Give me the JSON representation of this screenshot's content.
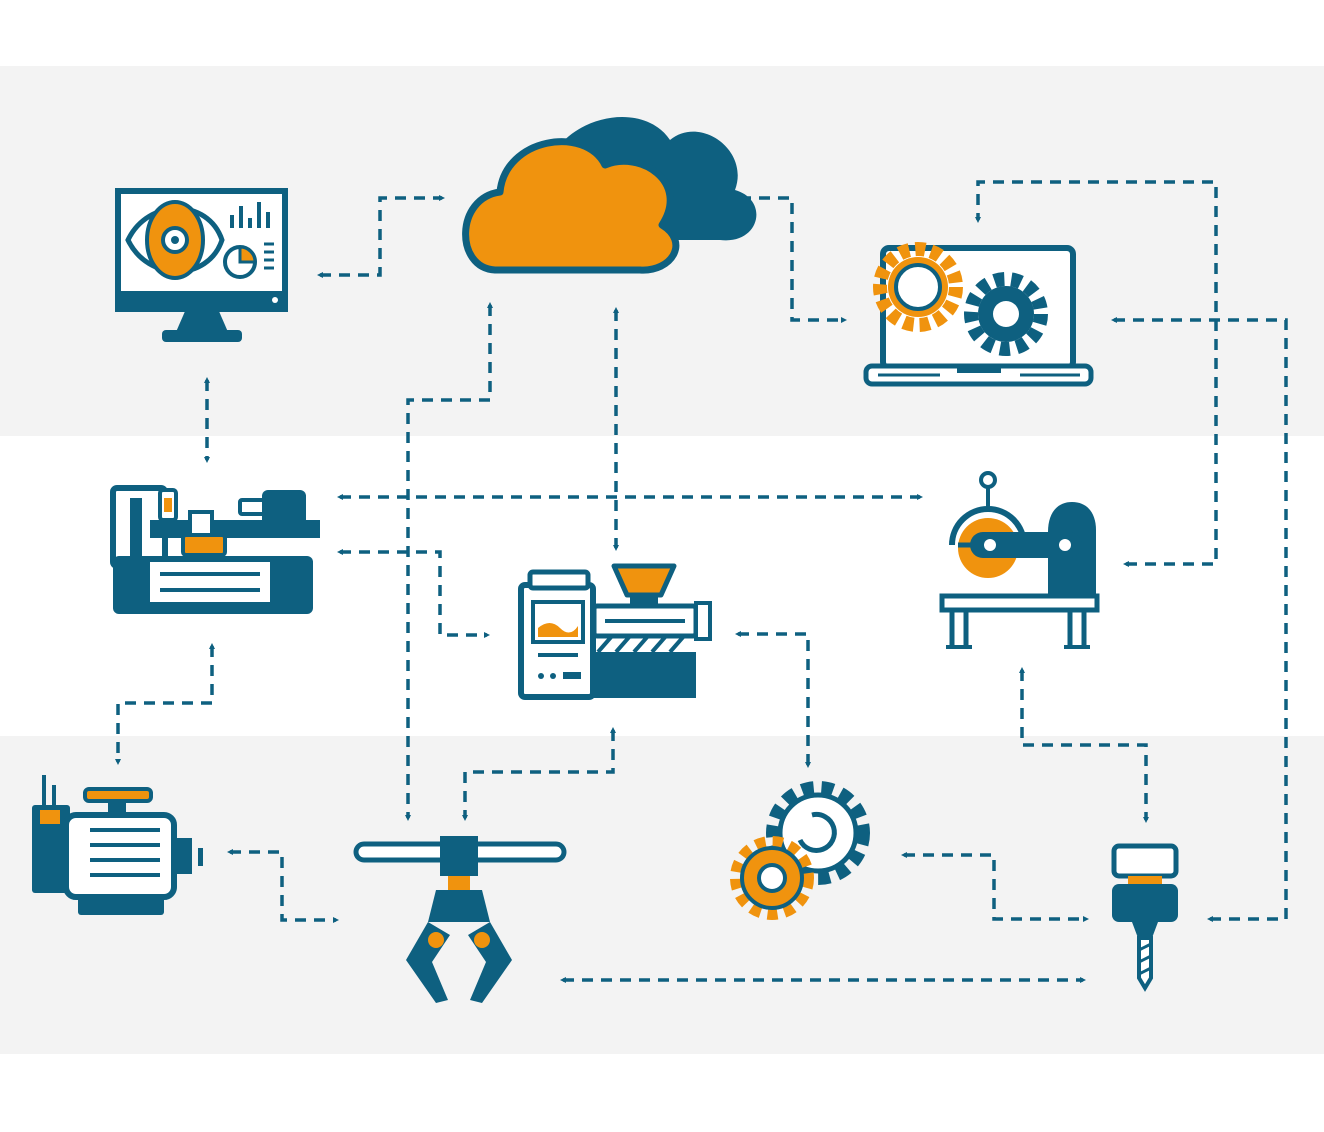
{
  "palette": {
    "primary": "#0e6080",
    "accent": "#f0930e",
    "band": "#f3f3f3",
    "background": "#ffffff"
  },
  "nodes": [
    {
      "id": "cloud",
      "icon": "cloud-icon"
    },
    {
      "id": "monitor",
      "icon": "eye-analytics-monitor-icon"
    },
    {
      "id": "laptop",
      "icon": "laptop-gears-icon"
    },
    {
      "id": "lathe",
      "icon": "lathe-machine-icon"
    },
    {
      "id": "injection",
      "icon": "injection-molding-machine-icon"
    },
    {
      "id": "saw",
      "icon": "circular-saw-machine-icon"
    },
    {
      "id": "motor",
      "icon": "electric-motor-icon"
    },
    {
      "id": "claw",
      "icon": "robotic-claw-icon"
    },
    {
      "id": "gears",
      "icon": "gears-icon"
    },
    {
      "id": "drill",
      "icon": "drill-spindle-icon"
    }
  ],
  "connections": [
    {
      "from": "monitor",
      "to": "cloud",
      "style": "dashed",
      "arrows": "both"
    },
    {
      "from": "cloud",
      "to": "laptop",
      "style": "dashed",
      "arrows": "both"
    },
    {
      "from": "monitor",
      "to": "lathe",
      "style": "dashed",
      "arrows": "both"
    },
    {
      "from": "cloud",
      "to": "injection",
      "style": "dashed",
      "arrows": "both"
    },
    {
      "from": "cloud",
      "to": "claw",
      "style": "dashed",
      "arrows": "both"
    },
    {
      "from": "lathe",
      "to": "saw",
      "style": "dashed",
      "arrows": "both"
    },
    {
      "from": "lathe",
      "to": "injection",
      "style": "dashed",
      "arrows": "both"
    },
    {
      "from": "lathe",
      "to": "motor",
      "style": "dashed",
      "arrows": "both"
    },
    {
      "from": "laptop",
      "to": "saw",
      "style": "dashed",
      "arrows": "both"
    },
    {
      "from": "laptop",
      "to": "drill",
      "style": "dashed",
      "arrows": "both"
    },
    {
      "from": "injection",
      "to": "gears",
      "style": "dashed",
      "arrows": "both"
    },
    {
      "from": "injection",
      "to": "claw",
      "style": "dashed",
      "arrows": "both"
    },
    {
      "from": "saw",
      "to": "drill",
      "style": "dashed",
      "arrows": "both"
    },
    {
      "from": "motor",
      "to": "claw",
      "style": "dashed",
      "arrows": "both"
    },
    {
      "from": "gears",
      "to": "drill",
      "style": "dashed",
      "arrows": "both"
    },
    {
      "from": "claw",
      "to": "drill",
      "style": "dashed",
      "arrows": "both"
    }
  ]
}
